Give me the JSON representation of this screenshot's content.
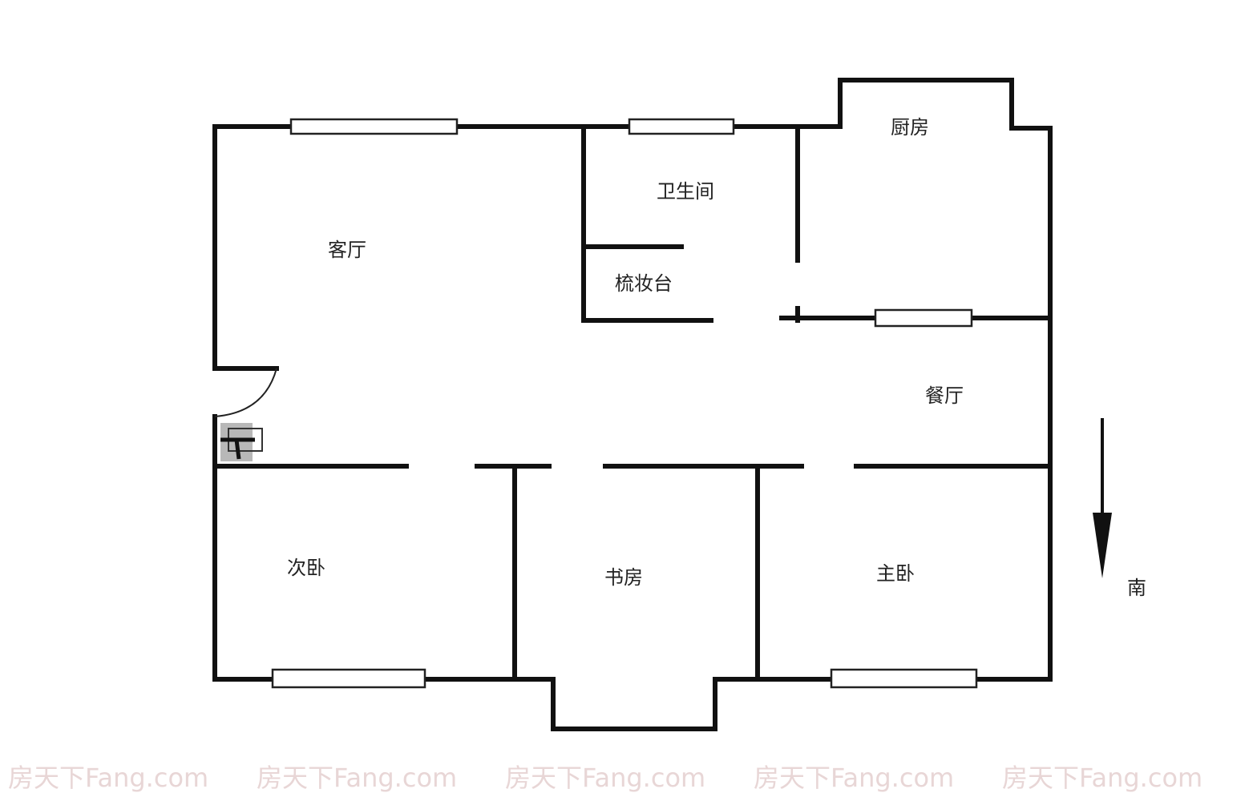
{
  "watermark": "房天下Fang.com",
  "rooms": {
    "living_room": "客厅",
    "bathroom": "卫生间",
    "dresser": "梳妆台",
    "kitchen": "厨房",
    "dining_room": "餐厅",
    "second_bedroom": "次卧",
    "study": "书房",
    "master_bedroom": "主卧"
  },
  "compass": {
    "label": "南"
  },
  "colors": {
    "wall": "#111111",
    "watermark": "#f1e6e6"
  }
}
